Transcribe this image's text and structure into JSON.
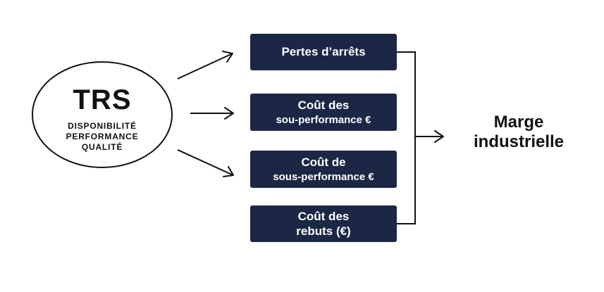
{
  "trs": {
    "title": "TRS",
    "components": [
      "DISPONIBILITÉ",
      "PERFORMANCE",
      "QUALITÉ"
    ]
  },
  "cost_boxes": [
    {
      "lines": [
        "Pertes d’arrêts"
      ]
    },
    {
      "lines": [
        "Coût des",
        "sou-performance €"
      ]
    },
    {
      "lines": [
        "Coût de",
        "sous-performance €"
      ]
    },
    {
      "lines": [
        "Coût des",
        "rebuts (€)"
      ]
    }
  ],
  "result": {
    "lines": [
      "Marge",
      "industrielle"
    ]
  },
  "colors": {
    "box_fill": "#1b2745",
    "box_text": "#ffffff",
    "line": "#111111"
  }
}
